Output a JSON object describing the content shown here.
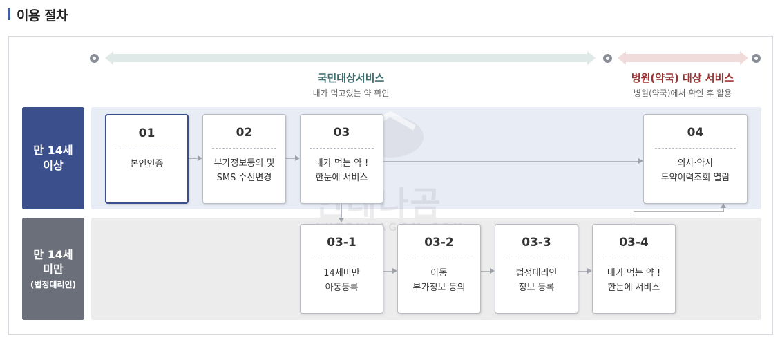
{
  "section": {
    "title": "이용 절차"
  },
  "timeline": {
    "citizen": {
      "title": "국민대상서비스",
      "subtitle": "내가 먹고있는 약 확인",
      "title_color": "#3f6e6e"
    },
    "hospital": {
      "title": "병원(약국) 대상 서비스",
      "subtitle": "병원(약국)에서 확인 후 활용",
      "title_color": "#9b3434"
    }
  },
  "rows": {
    "adult": {
      "line1": "만 14세",
      "line2": "이상",
      "bg_color": "#3a4f8c",
      "band_color": "#e8ecf4"
    },
    "minor": {
      "line1": "만 14세",
      "line2": "미만",
      "line3": "(법정대리인)",
      "bg_color": "#6b6f7a",
      "band_color": "#ececec"
    }
  },
  "steps": {
    "s01": {
      "num": "01",
      "line1": "본인인증",
      "line2": ""
    },
    "s02": {
      "num": "02",
      "line1": "부가정보동의 및",
      "line2": "SMS 수신변경"
    },
    "s03": {
      "num": "03",
      "line1": "내가 먹는 약 !",
      "line2": "한눈에 서비스"
    },
    "s04": {
      "num": "04",
      "line1": "의사·약사",
      "line2": "투약이력조회 열람"
    },
    "s031": {
      "num": "03-1",
      "line1": "14세미만",
      "line2": "아동등록"
    },
    "s032": {
      "num": "03-2",
      "line1": "아동",
      "line2": "부가정보 동의"
    },
    "s033": {
      "num": "03-3",
      "line1": "법정대리인",
      "line2": "정보 등록"
    },
    "s034": {
      "num": "03-4",
      "line1": "내가 먹는 약 !",
      "line2": "한눈에 서비스"
    }
  },
  "watermark": {
    "text": "안테나곰",
    "sub": "ANTENNAGOM.COM"
  },
  "icons": {
    "chevron": "chevron-right-icon",
    "dot": "timeline-dot-icon"
  }
}
